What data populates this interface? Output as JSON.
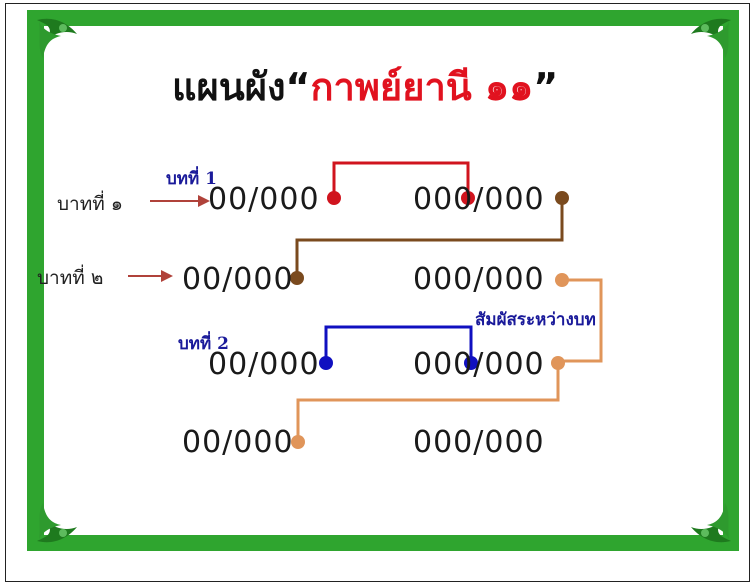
{
  "title": {
    "black": "แผนผัง“",
    "red": "กาพย์ยานี ๑๑",
    "close": "”"
  },
  "labels": {
    "bat1": "บาทที่ ๑",
    "bat2": "บาทที่ ๒",
    "bot1": "บทที่ 1",
    "bot2": "บทที่ 2",
    "samphat": "สัมผัสระหว่างบท"
  },
  "patterns": {
    "r1a": "00/000",
    "r1b": "000/000",
    "r2a": "00/000",
    "r2b": "000/000",
    "r3a": "00/000",
    "r3b": "000/000",
    "r4a": "00/000",
    "r4b": "000/000"
  },
  "colors": {
    "frame": "#2fa52f",
    "red": "#d0141e",
    "brown": "#7a4a1e",
    "blue": "#1010c0",
    "orange": "#e0955a",
    "arrow": "#b0423a"
  }
}
